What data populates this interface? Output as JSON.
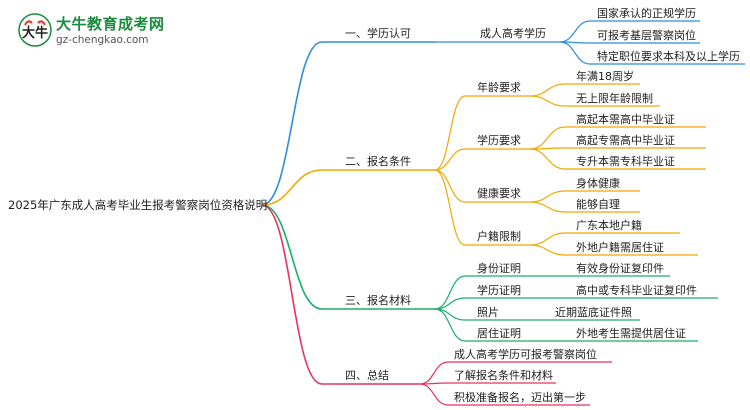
{
  "logo": {
    "title": "大牛教育成考网",
    "url": "gz-chengkao.com"
  },
  "mindmap": {
    "root": "2025年广东成人高考毕业生报考警察岗位资格说明",
    "colors": {
      "branch_1": "#2b8de0",
      "branch_2": "#f2a800",
      "branch_3": "#1cae6a",
      "branch_4": "#e8335a"
    },
    "branches": [
      {
        "label": "一、学历认可",
        "groups": [
          {
            "label": "成人高考学历",
            "items": [
              "国家承认的正规学历",
              "可报考基层警察岗位",
              "特定职位要求本科及以上学历"
            ]
          }
        ]
      },
      {
        "label": "二、报名条件",
        "groups": [
          {
            "label": "年龄要求",
            "items": [
              "年满18周岁",
              "无上限年龄限制"
            ]
          },
          {
            "label": "学历要求",
            "items": [
              "高起本需高中毕业证",
              "高起专需高中毕业证",
              "专升本需专科毕业证"
            ]
          },
          {
            "label": "健康要求",
            "items": [
              "身体健康",
              "能够自理"
            ]
          },
          {
            "label": "户籍限制",
            "items": [
              "广东本地户籍",
              "外地户籍需居住证"
            ]
          }
        ]
      },
      {
        "label": "三、报名材料",
        "groups": [
          {
            "label": "身份证明",
            "items": [
              "有效身份证复印件"
            ]
          },
          {
            "label": "学历证明",
            "items": [
              "高中或专科毕业证复印件"
            ]
          },
          {
            "label": "照片",
            "items": [
              "近期蓝底证件照"
            ]
          },
          {
            "label": "居住证明",
            "items": [
              "外地考生需提供居住证"
            ]
          }
        ]
      },
      {
        "label": "四、总结",
        "items": [
          "成人高考学历可报考警察岗位",
          "了解报名条件和材料",
          "积极准备报名，迈出第一步"
        ]
      }
    ]
  }
}
